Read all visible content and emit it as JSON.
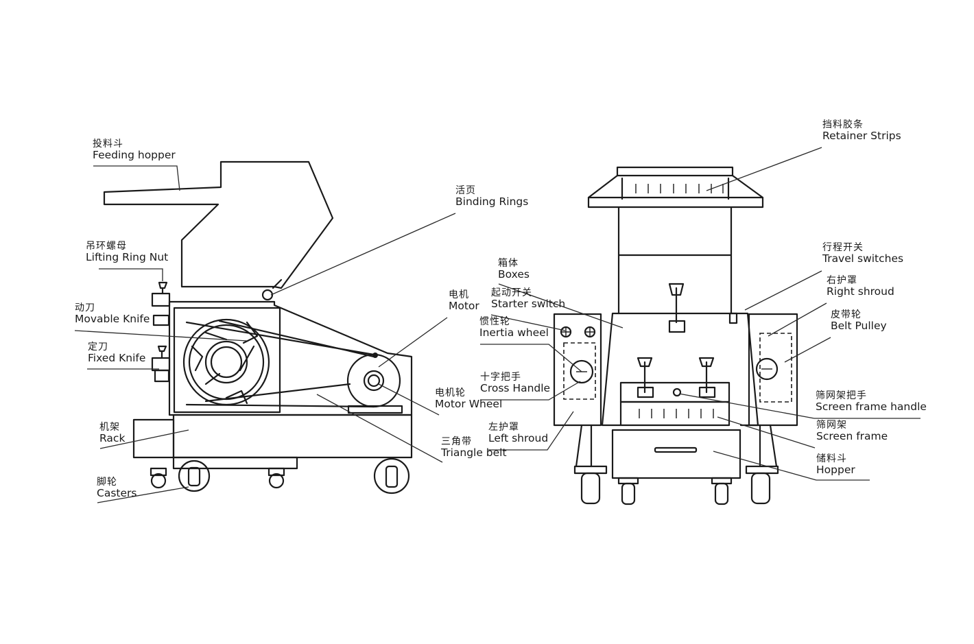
{
  "diagram": {
    "labels": [
      {
        "id": "feeding-hopper",
        "zh": "投料斗",
        "en": "Feeding hopper"
      },
      {
        "id": "binding-rings",
        "zh": "活页",
        "en": "Binding Rings"
      },
      {
        "id": "lifting-ring-nut",
        "zh": "吊环螺母",
        "en": "Lifting Ring Nut"
      },
      {
        "id": "movable-knife",
        "zh": "动刀",
        "en": "Movable Knife"
      },
      {
        "id": "fixed-knife",
        "zh": "定刀",
        "en": "Fixed Knife"
      },
      {
        "id": "rack",
        "zh": "机架",
        "en": "Rack"
      },
      {
        "id": "casters",
        "zh": "脚轮",
        "en": "Casters"
      },
      {
        "id": "motor",
        "zh": "电机",
        "en": "Motor"
      },
      {
        "id": "motor-wheel",
        "zh": "电机轮",
        "en": "Motor Wheel"
      },
      {
        "id": "triangle-belt",
        "zh": "三角带",
        "en": "Triangle belt"
      },
      {
        "id": "boxes",
        "zh": "箱体",
        "en": "Boxes"
      },
      {
        "id": "starter-switch",
        "zh": "起动开关",
        "en": "Starter switch"
      },
      {
        "id": "inertia-wheel",
        "zh": "惯性轮",
        "en": "Inertia wheel"
      },
      {
        "id": "cross-handle",
        "zh": "十字把手",
        "en": "Cross Handle"
      },
      {
        "id": "left-shroud",
        "zh": "左护罩",
        "en": "Left shroud"
      },
      {
        "id": "retainer-strips",
        "zh": "挡料胶条",
        "en": "Retainer Strips"
      },
      {
        "id": "travel-switches",
        "zh": "行程开关",
        "en": "Travel switches"
      },
      {
        "id": "right-shroud",
        "zh": "右护罩",
        "en": "Right shroud"
      },
      {
        "id": "belt-pulley",
        "zh": "皮带轮",
        "en": "Belt Pulley"
      },
      {
        "id": "screen-frame-handle",
        "zh": "筛网架把手",
        "en": "Screen frame handle"
      },
      {
        "id": "screen-frame",
        "zh": "筛网架",
        "en": "Screen frame"
      },
      {
        "id": "hopper",
        "zh": "储料斗",
        "en": "Hopper"
      }
    ]
  }
}
